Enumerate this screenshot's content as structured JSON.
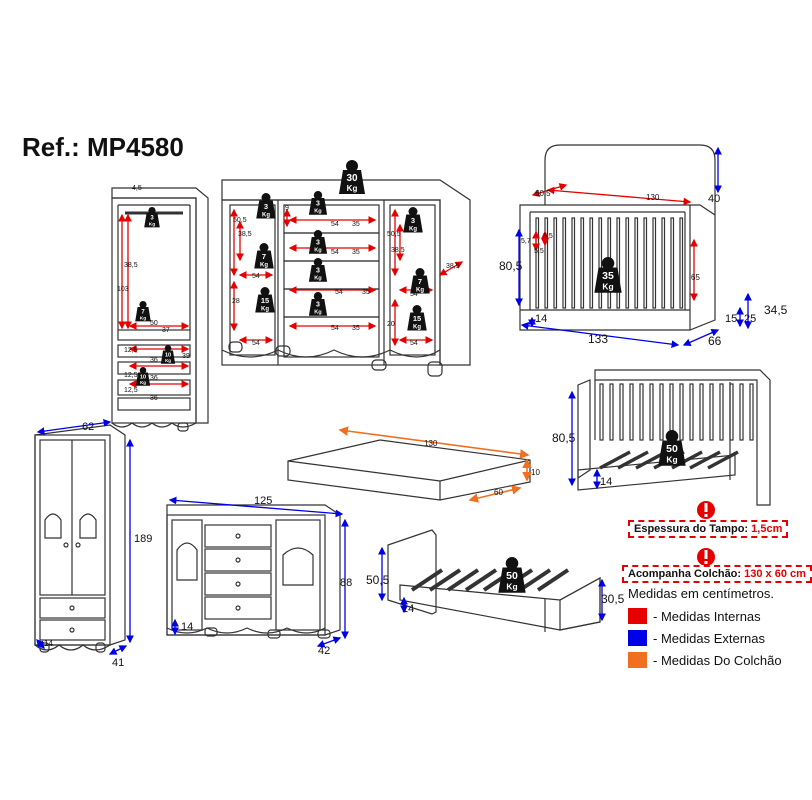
{
  "reference": "Ref.: MP4580",
  "warnings": {
    "tabletop": {
      "label": "Espessura do Tampo:",
      "value": "1,5cm"
    },
    "mattress": {
      "label": "Acompanha Colchão:",
      "value": "130 x 60 cm"
    }
  },
  "legend": {
    "title": "Medidas em centímetros.",
    "items": [
      {
        "label": "- Medidas Internas",
        "color": "#e60000"
      },
      {
        "label": "- Medidas Externas",
        "color": "#0000e6"
      },
      {
        "label": "- Medidas Do Colchão",
        "color": "#f07020"
      }
    ]
  },
  "colors": {
    "internal": "#e60000",
    "external": "#0000e6",
    "mattress": "#f07020",
    "outline": "#333333",
    "weight": "#111111"
  },
  "weights": {
    "dresser_top": {
      "value": "30",
      "unit": "Kg"
    },
    "dresser_left_upper": {
      "value": "3",
      "unit": "Kg"
    },
    "dresser_left_lower": {
      "value": "7",
      "unit": "Kg"
    },
    "dresser_left_bottom": {
      "value": "15",
      "unit": "Kg"
    },
    "dresser_drawer_1": {
      "value": "3",
      "unit": "Kg"
    },
    "dresser_drawer_2": {
      "value": "3",
      "unit": "Kg"
    },
    "dresser_drawer_3": {
      "value": "3",
      "unit": "Kg"
    },
    "dresser_drawer_4": {
      "value": "3",
      "unit": "Kg"
    },
    "dresser_right_upper": {
      "value": "3",
      "unit": "Kg"
    },
    "dresser_right_lower": {
      "value": "7",
      "unit": "Kg"
    },
    "dresser_right_bottom": {
      "value": "15",
      "unit": "Kg"
    },
    "wardrobe_rod": {
      "value": "3",
      "unit": "Kg"
    },
    "wardrobe_shelf": {
      "value": "7",
      "unit": "Kg"
    },
    "wardrobe_drawer_1": {
      "value": "10",
      "unit": "Kg"
    },
    "wardrobe_drawer_2": {
      "value": "10",
      "unit": "Kg"
    },
    "crib": {
      "value": "35",
      "unit": "Kg"
    },
    "mini_bed": {
      "value": "50",
      "unit": "Kg"
    },
    "bed": {
      "value": "50",
      "unit": "Kg"
    }
  },
  "dimensions": {
    "wardrobe_internal": {
      "top": "4,5",
      "h_rod": "38,5",
      "h_main": "103",
      "w_shelf": "37",
      "w_drawer_1": "36",
      "h_drawer_1": "12,5",
      "w_drawer_2": "36",
      "h_drawer_2": "12,5",
      "w_drawer_3": "36",
      "h_drawer_3": "12,5",
      "depth_a": "50",
      "depth_b": "39"
    },
    "dresser_internal": {
      "left_h_upper": "50,5",
      "left_h_mid": "38,5",
      "left_h_lower": "28",
      "left_w_1": "54",
      "left_w_2": "54",
      "drawer_h": "9",
      "drawer_w_1": "54",
      "drawer_d_1": "35",
      "drawer_w_2": "54",
      "drawer_d_2": "35",
      "drawer_w_3": "54",
      "drawer_d_3": "35",
      "drawer_w_4": "54",
      "drawer_d_4": "35",
      "right_h_upper": "50,5",
      "right_h_mid": "38,5",
      "right_h_lower": "20",
      "right_w_1": "54",
      "right_w_2": "54",
      "side_depth": "38,5"
    },
    "crib": {
      "height": "80,5",
      "length": "133",
      "depth": "66",
      "headboard": "40",
      "inner_length": "130",
      "inner_width": "60,5",
      "inner_height": "65",
      "rail_a": "5,7",
      "rail_b": "5,5",
      "rail_c": "5,5",
      "base": "14",
      "base_h": "15",
      "h_25": "25",
      "h_34": "34,5"
    },
    "mattress": {
      "length": "130",
      "thickness": "10",
      "width": "60"
    },
    "wardrobe_external": {
      "width": "62",
      "height": "189",
      "depth": "41",
      "base": "14"
    },
    "dresser_external": {
      "width": "125",
      "height": "88",
      "depth": "42",
      "base": "14"
    },
    "mini_bed": {
      "height": "80,5",
      "base": "14"
    },
    "bed": {
      "height": "50,5",
      "foot": "30,5",
      "base": "14"
    }
  }
}
